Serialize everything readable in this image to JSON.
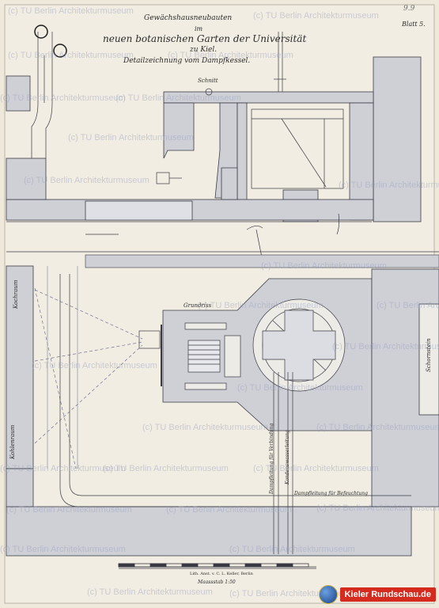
{
  "sheet": {
    "title_line1": "Gewächshausneubauten",
    "title_line2": "im",
    "title_line3": "neuen botanischen Garten der Universität",
    "title_line4": "zu Kiel.",
    "title_line5": "Detailzeichnung vom Dampfkessel.",
    "sheet_number": "Blatt 5.",
    "archive_number": "9.9"
  },
  "labels": {
    "schnitt": "Schnitt",
    "grundriss": "Grundriss",
    "kochraum": "Kochraum",
    "schornstein": "Schornstein",
    "kohlenraum": "Kohlenraum",
    "dampfleitung_v": "Dampfleitung für Verbindung",
    "kondensleitung": "Kondenswasserleitung",
    "dampfleitung_h": "Dampfleitung für Befeuchtung"
  },
  "footer": {
    "imprint": "Lith. Anst. v. C. L. Keller, Berlin",
    "scale": "Maassstab 1:50"
  },
  "watermark": "(c) TU Berlin Architekturmuseum",
  "brand": {
    "label": "Kieler Rundschau.de",
    "color": "#d52b1e"
  },
  "colors": {
    "paper": "#efe9dc",
    "wall": "#cfd0d6",
    "line": "#3a3a44"
  }
}
